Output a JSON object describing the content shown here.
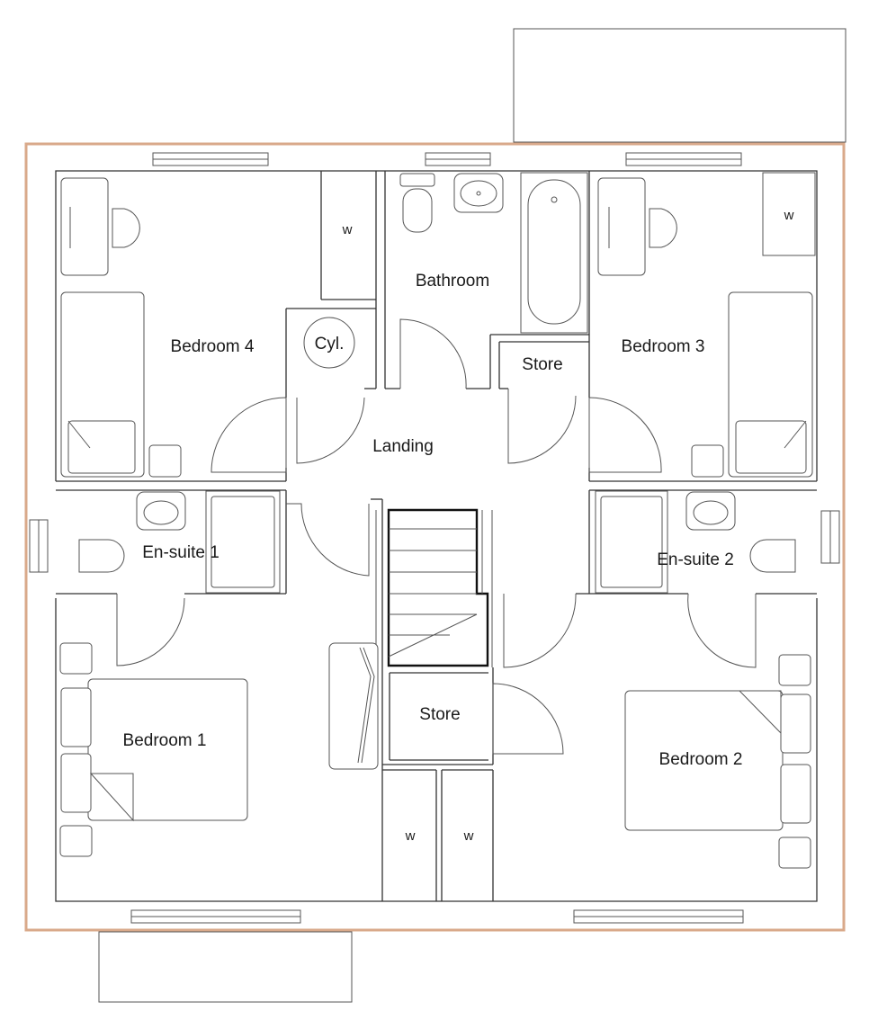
{
  "rooms": {
    "bedroom_4": "Bedroom 4",
    "bathroom": "Bathroom",
    "bedroom_3": "Bedroom 3",
    "cylinder": "Cyl.",
    "store_upper": "Store",
    "landing": "Landing",
    "ensuite_1": "En-suite 1",
    "ensuite_2": "En-suite 2",
    "bedroom_1": "Bedroom 1",
    "store_lower": "Store",
    "bedroom_2": "Bedroom 2"
  },
  "wardrobes": {
    "bed4": "w",
    "bed3": "w",
    "bed1": "w",
    "bed2": "w"
  },
  "colors": {
    "external_outline": "#d9a98a",
    "walls": "#333333",
    "staircase": "#111111"
  }
}
